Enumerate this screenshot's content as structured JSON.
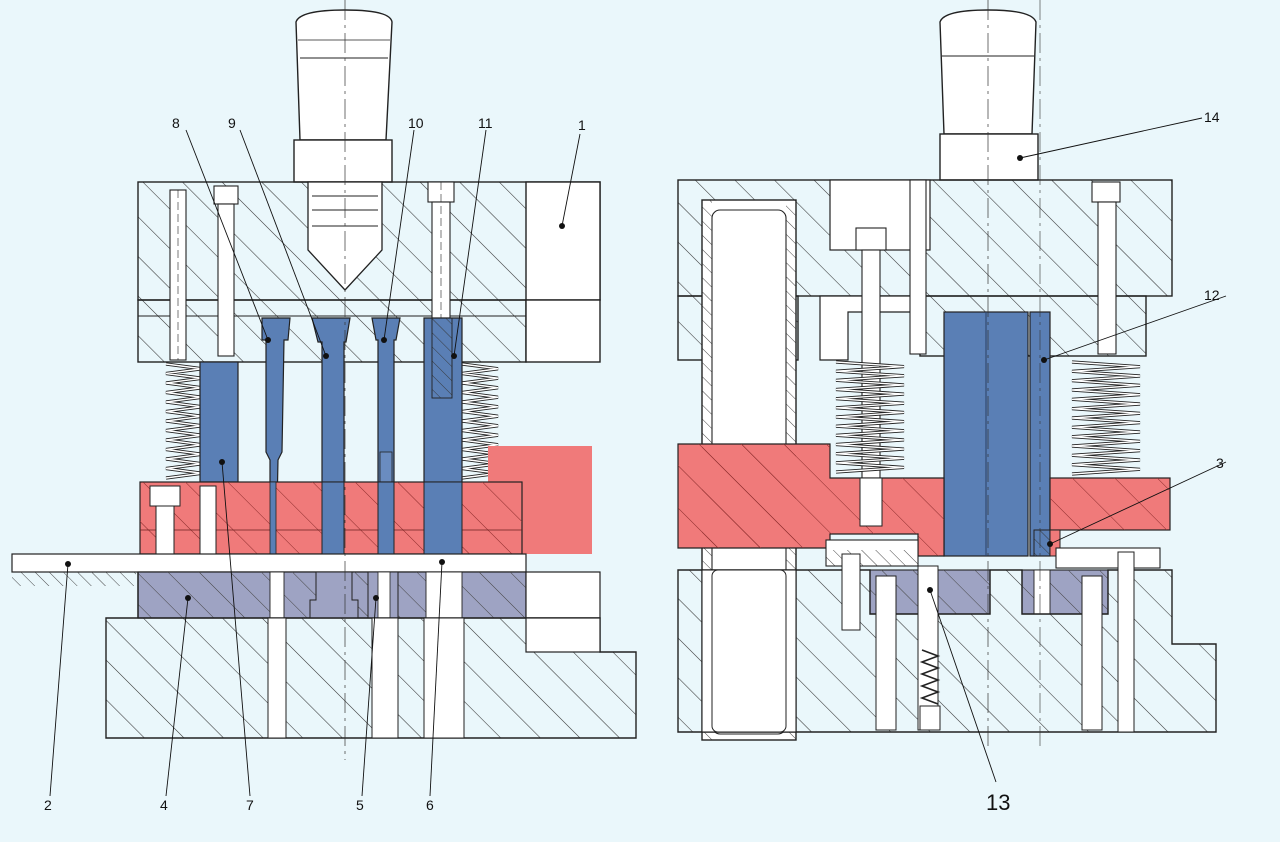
{
  "labels": {
    "l1": "1",
    "l2": "2",
    "l3": "3",
    "l4": "4",
    "l5": "5",
    "l6": "6",
    "l7": "7",
    "l8": "8",
    "l9": "9",
    "l10": "10",
    "l11": "11",
    "l12": "12",
    "l13": "13",
    "l14": "14"
  },
  "colors": {
    "background": "#eaf7fb",
    "steel": "#ffffff",
    "stripper": "#f07a7a",
    "die_plate": "#9ea3c3",
    "punch": "#5a7fb5",
    "outline": "#222222"
  }
}
